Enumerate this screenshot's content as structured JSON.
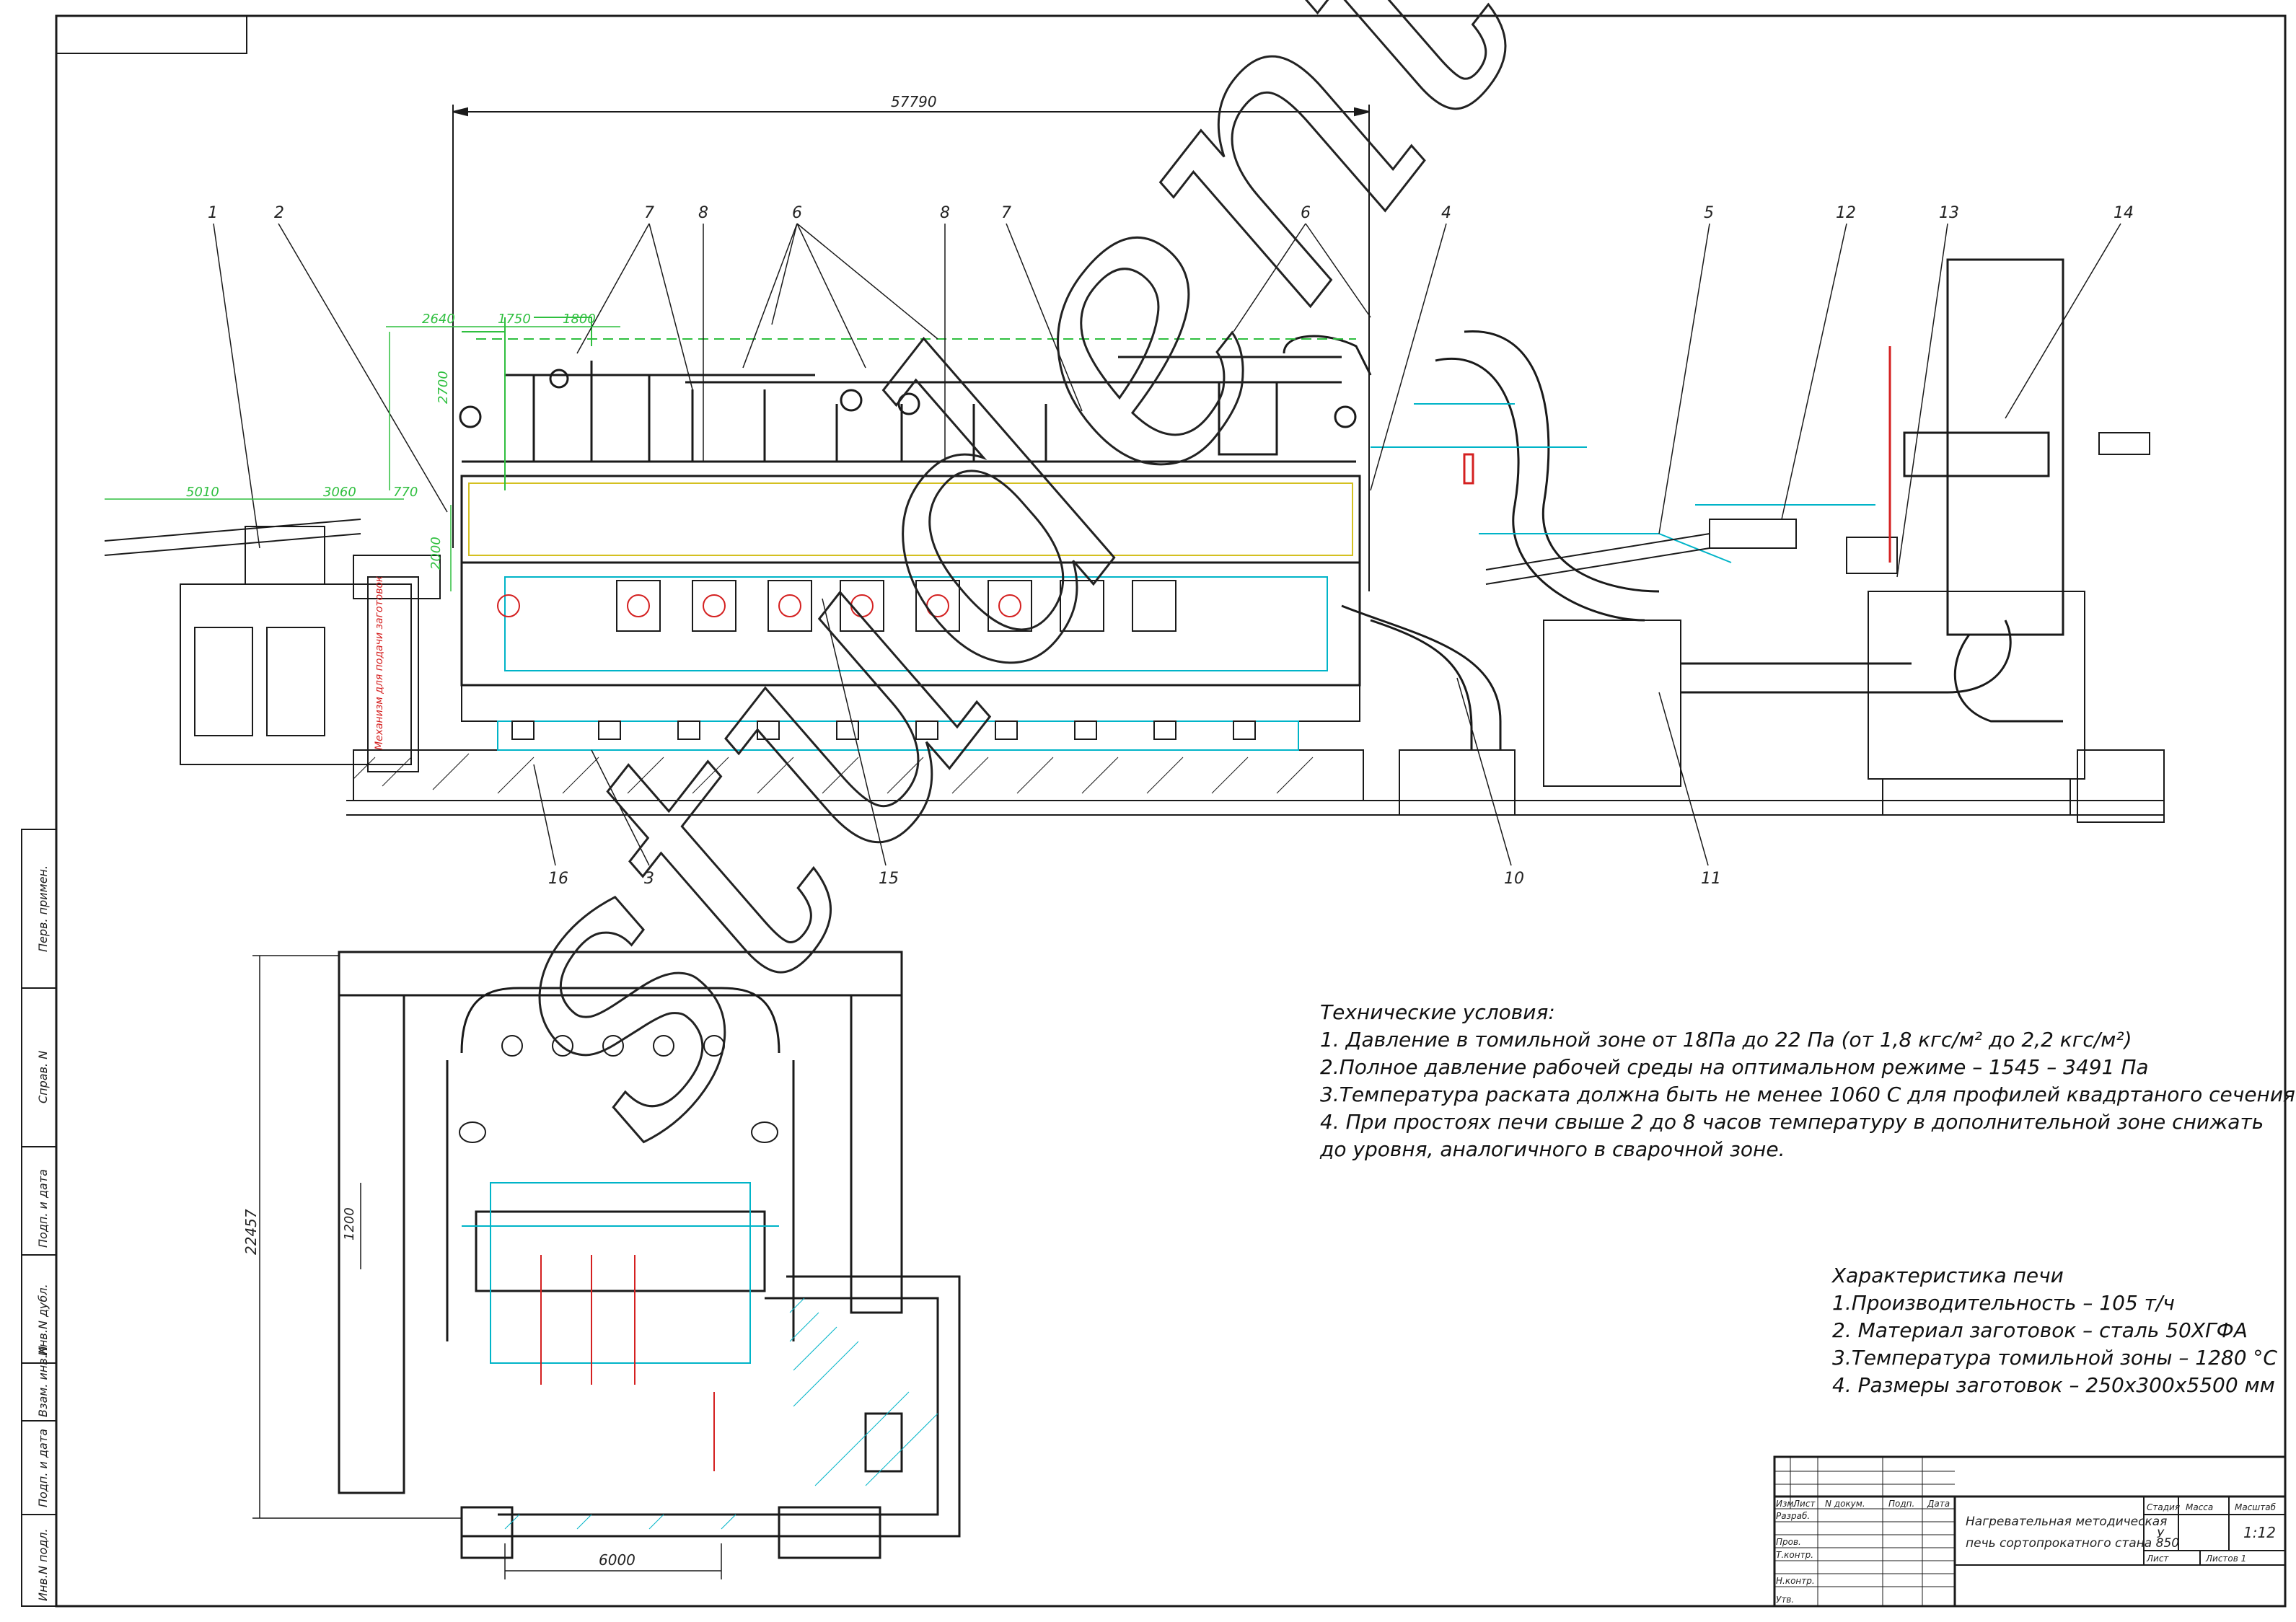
{
  "callouts": {
    "top": [
      "1",
      "2",
      "7",
      "8",
      "6",
      "8",
      "7",
      "6",
      "4",
      "5",
      "12",
      "13",
      "14"
    ],
    "bottom": [
      "16",
      "3",
      "15",
      "10",
      "11"
    ]
  },
  "dimensions": {
    "overall_length": "57790",
    "d2640": "2640",
    "d1750": "1750",
    "d1800": "1800",
    "d5010": "5010",
    "d3060": "3060",
    "d770": "770",
    "d2000": "2000",
    "d2700": "2700",
    "section_height": "22457",
    "section_width": "6000",
    "d1200": "1200"
  },
  "technical_conditions": {
    "title": "Технические условия:",
    "lines": [
      "1. Давление в томильной зоне от 18Па до 22 Па (от 1,8 кгс/м² до 2,2 кгс/м²)",
      "2.Полное давление рабочей среды на оптимальном режиме – 1545 – 3491 Па",
      "3.Температура раската должна быть не менее 1060 С для профилей квадртаного сечения.",
      "4. При простоях печи свыше 2 до 8 часов температуру в дополнительной зоне снижать",
      "до уровня, аналогичного в  сварочной зоне."
    ]
  },
  "furnace_characteristics": {
    "title": "Характеристика печи",
    "lines": [
      "1.Производительность – 105 т/ч",
      "2. Материал заготовок – сталь 50ХГФА",
      "3.Температура томильной зоны – 1280 °С",
      "4. Размеры заготовок – 250х300х5500 мм"
    ]
  },
  "title_block": {
    "name_line1": "Нагревательная методическая",
    "name_line2": "печь сортопрокатного стана 850",
    "stage_label": "Стадия",
    "mass_label": "Масса",
    "scale_label": "Масштаб",
    "stage_value": "У",
    "scale_value": "1:12",
    "sheet_label": "Лист",
    "sheets_label": "Листов 1",
    "col_izm": "Изм.",
    "col_list": "Лист",
    "col_doc": "N докум.",
    "col_sign": "Подп.",
    "col_date": "Дата",
    "row_razrab": "Разраб.",
    "row_prov": "Пров.",
    "row_tkontr": "Т.контр.",
    "row_nkontr": "Н.контр.",
    "row_utv": "Утв."
  },
  "side_strip": {
    "perv_primen": "Перв. примен.",
    "sprav_no": "Справ. N",
    "podp_data1": "Подп. и дата",
    "inv_dubl": "Инв.N дубл.",
    "vzam_inv": "Взам. инв.N",
    "podp_data2": "Подп. и дата",
    "inv_podl": "Инв.N подл."
  },
  "side_label": "Механизм для подачи заготовок",
  "watermark": "studentu",
  "colors": {
    "line": "#1a1a1a",
    "cyan": "#00b4c8",
    "green": "#2fbf3f",
    "red": "#d42020"
  }
}
